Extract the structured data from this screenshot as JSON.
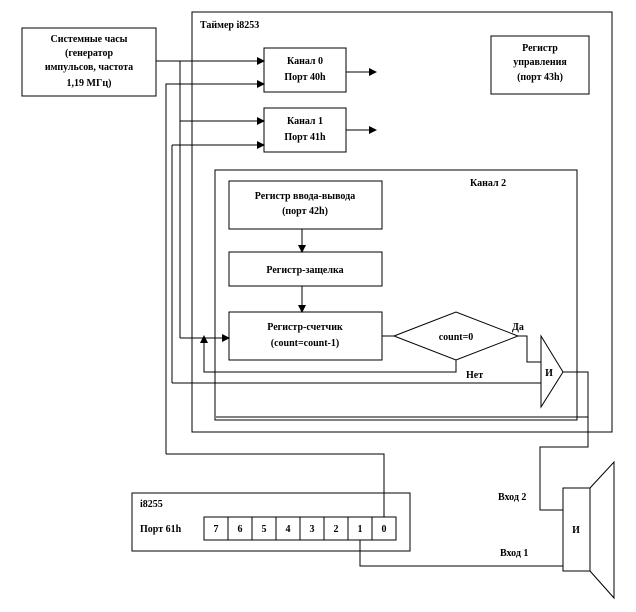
{
  "clock": {
    "lines": [
      "Системные часы",
      "(генератор",
      "импульсов, частота",
      "1,19 МГц)"
    ]
  },
  "timer": {
    "title": "Таймер i8253",
    "control": [
      "Регистр",
      "управления",
      "(порт 43h)"
    ],
    "channel0": [
      "Канал 0",
      "Порт 40h"
    ],
    "channel1": [
      "Канал 1",
      "Порт 41h"
    ],
    "channel2": {
      "title": "Канал 2",
      "io_register": [
        "Регистр ввода-вывода",
        "(порт 42h)"
      ],
      "latch": "Регистр-защелка",
      "counter": [
        "Регистр-счетчик",
        "(count=count-1)"
      ],
      "decision": "count=0",
      "yes": "Да",
      "no": "Нет",
      "and_gate": "И"
    }
  },
  "ppi": {
    "title": "i8255",
    "port": "Порт 61h",
    "bits": [
      "7",
      "6",
      "5",
      "4",
      "3",
      "2",
      "1",
      "0"
    ]
  },
  "speaker": {
    "input2": "Вход 2",
    "input1": "Вход 1",
    "gate": "И"
  }
}
